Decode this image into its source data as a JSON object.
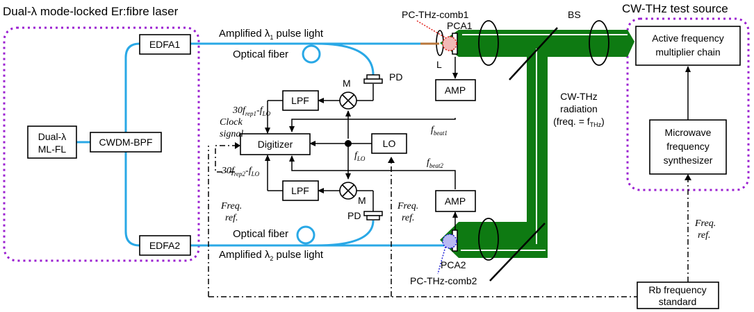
{
  "colors": {
    "fiber": "#29a8e6",
    "beam": "#0e7a12",
    "purple": "#9b1fd1",
    "red": "#e0201b",
    "blue": "#1f1fd6",
    "green_text": "#138c14",
    "fiber_tail": "#b8763a"
  },
  "laser_title": "Dual-λ mode-locked Er:fibre laser",
  "test_title": "CW-THz test source",
  "boxes": {
    "dual_top": "Dual-λ",
    "dual_bot": "ML-FL",
    "cwdm": "CWDM-BPF",
    "edfa1": "EDFA1",
    "edfa2": "EDFA2",
    "lpf1": "LPF",
    "lpf2": "LPF",
    "digitizer": "Digitizer",
    "lo": "LO",
    "amp1": "AMP",
    "amp2": "AMP",
    "amc_top": "Active frequency",
    "amc_bot": "multiplier chain",
    "micro_1": "Microwave",
    "micro_2": "frequency",
    "micro_3": "synthesizer",
    "rb_top": "Rb frequency",
    "rb_bot": "standard"
  },
  "labels": {
    "amp_light1": "Amplified λ",
    "amp_light1_sub": "1",
    "amp_light1_tail": " pulse light",
    "amp_light2": "Amplified λ",
    "amp_light2_sub": "2",
    "amp_light2_tail": " pulse light",
    "optical_fiber1": "Optical fiber",
    "optical_fiber2": "Optical fiber",
    "pc_comb1": "PC-THz-comb1",
    "pc_comb2": "PC-THz-comb2",
    "pca1": "PCA1",
    "pca2": "PCA2",
    "bs": "BS",
    "l": "L",
    "pd1": "PD",
    "pd2": "PD",
    "m1": "M",
    "m2": "M",
    "cw_1": "CW-THz",
    "cw_2": "radiation",
    "cw_3a": "(freq. = f",
    "cw_3sub": "THz",
    "cw_3b": ")",
    "mix1_a": "30f",
    "mix1_sub": "rep1",
    "mix1_b": "-f",
    "mix1_sub2": "LO",
    "mix2_a": "30f",
    "mix2_sub": "rep2",
    "mix2_b": "-f",
    "mix2_sub2": "LO",
    "fbeat1_a": "f",
    "fbeat1_sub": "beat1",
    "fbeat2_a": "f",
    "fbeat2_sub": "beat2",
    "flo_a": "f",
    "flo_sub": "LO",
    "clock_1": "Clock",
    "clock_2": "signal",
    "freq_1a": "Freq.",
    "freq_1b": "ref.",
    "freq_2a": "Freq.",
    "freq_2b": "ref.",
    "freq_3a": "Freq.",
    "freq_3b": "ref."
  }
}
